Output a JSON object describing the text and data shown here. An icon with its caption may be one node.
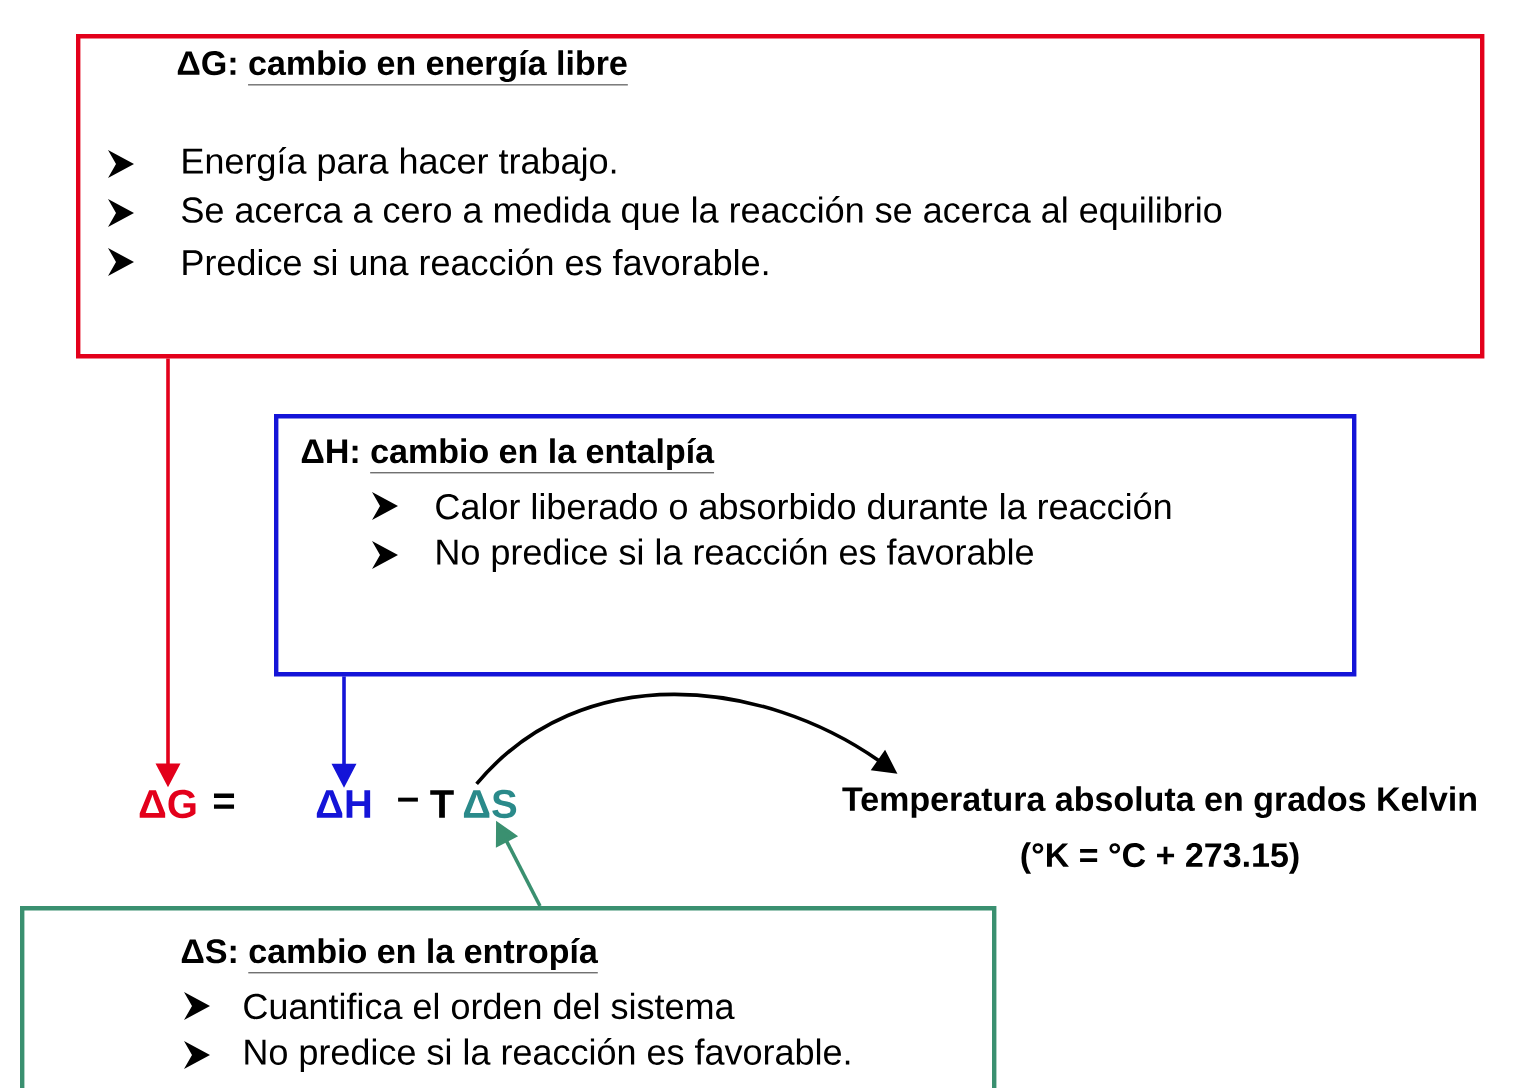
{
  "diagram": {
    "nodes": [
      {
        "text": [
          "ΔG:",
          "cambio en energía libre",
          "Energía para hacer trabajo.",
          "Se acerca a cero a medida que la reacción se acerca al equilibrio",
          "Predice si una reacción es favorable."
        ]
      },
      {
        "text": [
          "ΔH:",
          "cambio en la entalpía",
          "Calor liberado o absorbido durante la reacción",
          "No predice si la reacción es favorable"
        ]
      },
      {
        "text": [
          "ΔG"
        ]
      },
      {
        "text": [
          "ΔH"
        ]
      },
      {
        "text": [
          "T"
        ]
      },
      {
        "text": [
          "ΔS"
        ]
      },
      {
        "text": [
          "Temperatura absoluta en grados Kelvin",
          "(°K = °C + 273.15)"
        ]
      },
      {
        "text": [
          "ΔS:",
          "cambio en la entropía",
          "Cuantifica el orden del sistema",
          "No predice si la reacción es favorable."
        ]
      }
    ],
    "edges": [
      {
        "from": 0,
        "to": 2,
        "arrow": "to",
        "color": "#e3001b"
      },
      {
        "from": 1,
        "to": 3,
        "arrow": "to",
        "color": "#1414d8"
      },
      {
        "from": 7,
        "to": 5,
        "arrow": "to",
        "color": "#3a9070"
      },
      {
        "from": 4,
        "to": 6,
        "arrow": "to",
        "color": "#000000"
      }
    ],
    "labels": [
      "=",
      "–"
    ]
  }
}
